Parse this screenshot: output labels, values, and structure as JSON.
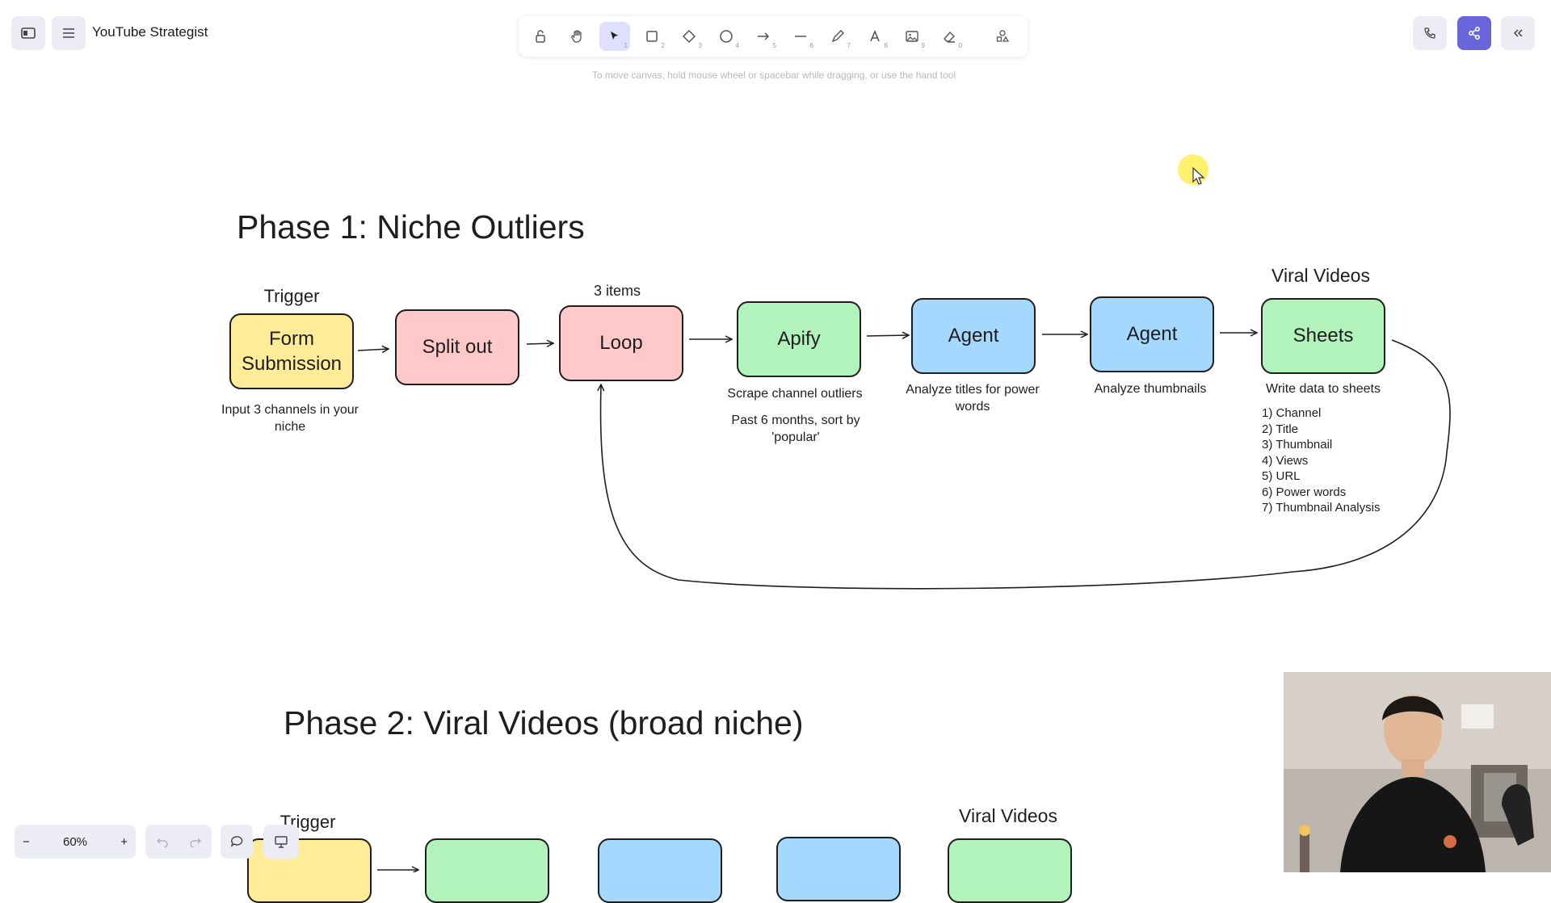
{
  "app": {
    "title": "YouTube Strategist",
    "hint": "To move canvas, hold mouse wheel or spacebar while dragging, or use the hand tool",
    "accent": "#6965db",
    "tools": [
      {
        "icon": "lock-icon",
        "key": ""
      },
      {
        "icon": "hand-icon",
        "key": ""
      },
      {
        "icon": "selection-arrow-icon",
        "key": "1"
      },
      {
        "icon": "rectangle-icon",
        "key": "2"
      },
      {
        "icon": "diamond-icon",
        "key": "3"
      },
      {
        "icon": "ellipse-icon",
        "key": "4"
      },
      {
        "icon": "arrow-icon",
        "key": "5"
      },
      {
        "icon": "line-icon",
        "key": "6"
      },
      {
        "icon": "pencil-icon",
        "key": "7"
      },
      {
        "icon": "text-icon",
        "key": "8"
      },
      {
        "icon": "image-icon",
        "key": "9"
      },
      {
        "icon": "eraser-icon",
        "key": "0"
      },
      {
        "icon": "extra-tools-icon",
        "key": ""
      }
    ],
    "zoom": "60%",
    "zoom_out": "−",
    "zoom_in": "+"
  },
  "phase1": {
    "heading": "Phase 1: Niche Outliers",
    "trigger_label": "Trigger",
    "loop_label": "3 items",
    "viral_label": "Viral Videos",
    "nodes": {
      "form": "Form Submission",
      "split": "Split out",
      "loop": "Loop",
      "apify": "Apify",
      "agent1": "Agent",
      "agent2": "Agent",
      "sheets": "Sheets"
    },
    "captions": {
      "form": "Input 3 channels in your niche",
      "apify1": "Scrape channel outliers",
      "apify2": "Past 6 months, sort by 'popular'",
      "agent1": "Analyze titles for power words",
      "agent2": "Analyze thumbnails",
      "sheets": "Write data to sheets"
    },
    "sheet_fields": [
      "1) Channel",
      "2) Title",
      "3) Thumbnail",
      "4) Views",
      "5) URL",
      "6) Power words",
      "7) Thumbnail Analysis"
    ]
  },
  "phase2": {
    "heading": "Phase 2: Viral Videos (broad niche)",
    "trigger_label": "Trigger",
    "viral_label": "Viral Videos"
  }
}
